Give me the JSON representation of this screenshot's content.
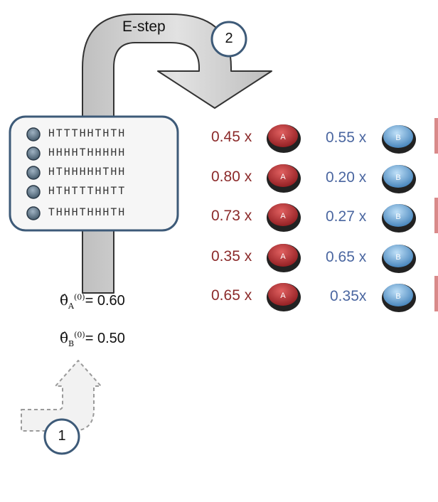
{
  "estep": {
    "label": "E-step",
    "step_number": "2"
  },
  "init": {
    "step_number": "1"
  },
  "coin_icons": {
    "a_label": "A",
    "b_label": "B",
    "a_color": "#c0353a",
    "b_color": "#6fa8dc",
    "unknown_color": "#5a7388"
  },
  "sequences": [
    "HTTTHHTHTH",
    "HHHHTHHHHH",
    "HTHHHHHTHH",
    "HTHTTTHHTT",
    "THHHTHHHTH"
  ],
  "weights": [
    {
      "a": "0.45 x",
      "b": "0.55 x"
    },
    {
      "a": "0.80 x",
      "b": "0.20 x"
    },
    {
      "a": "0.73 x",
      "b": "0.27 x"
    },
    {
      "a": "0.35 x",
      "b": "0.65 x"
    },
    {
      "a": "0.65 x",
      "b": "0.35x"
    }
  ],
  "theta": {
    "a_symbol": "θ̂",
    "a_sub": "A",
    "a_sup": "(0)",
    "a_value": "= 0.60",
    "b_symbol": "θ̂",
    "b_sub": "B",
    "b_sup": "(0)",
    "b_value": "= 0.50"
  }
}
